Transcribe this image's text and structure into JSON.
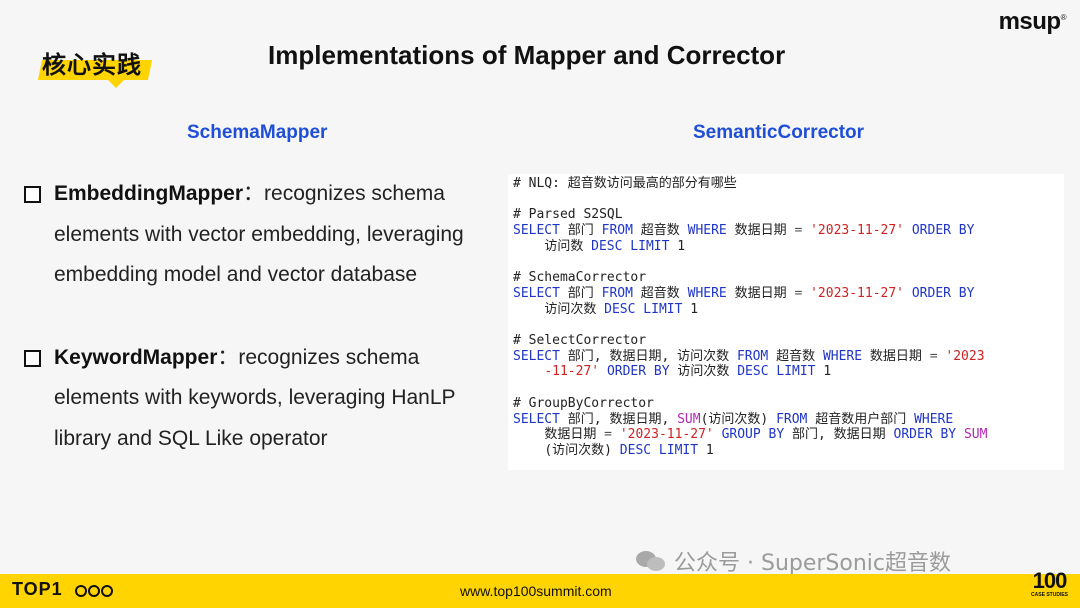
{
  "header": {
    "section_tag": "核心实践",
    "title": "Implementations of Mapper and Corrector",
    "logo": "msup",
    "logo_mark": "®"
  },
  "left": {
    "heading": "SchemaMapper",
    "items": [
      {
        "name": "EmbeddingMapper",
        "text": "：recognizes schema elements with vector embedding, leveraging embedding model and vector database"
      },
      {
        "name": "KeywordMapper",
        "text": "：recognizes schema elements with keywords, leveraging HanLP library and SQL Like operator"
      }
    ]
  },
  "right": {
    "heading": "SemanticCorrector",
    "code": {
      "nlq": "# NLQ: 超音数访问最高的部分有哪些",
      "parsed_comment": "# Parsed S2SQL",
      "schema_comment": "# SchemaCorrector",
      "select_comment": "# SelectCorrector",
      "groupby_comment": "# GroupByCorrector",
      "kw_select": "SELECT",
      "kw_from": "FROM",
      "kw_where": "WHERE",
      "kw_order_by": "ORDER BY",
      "kw_desc_limit": "DESC LIMIT",
      "kw_group_by": "GROUP BY",
      "fn_sum": "SUM",
      "date_value": "'2023-11-27'",
      "date_part1": "'2023",
      "date_part2": "-11-27'",
      "col_dept": "部门",
      "col_dept_c": "部门,",
      "col_date": "数据日期",
      "col_date_c": "数据日期,",
      "col_visits": "访问数",
      "col_visit_count": "访问次数",
      "table": "超音数",
      "table_user_dept": "超音数用户部门",
      "sum_arg1": "(访问次数)",
      "sum_arg2": "(访问次数)",
      "eq": "=",
      "limit": "1"
    }
  },
  "watermark": "公众号 · SuperSonic超音数",
  "footer": {
    "brand": "TOP1",
    "url": "www.top100summit.com",
    "badge_number": "100",
    "badge_caption": "CASE STUDIES"
  }
}
